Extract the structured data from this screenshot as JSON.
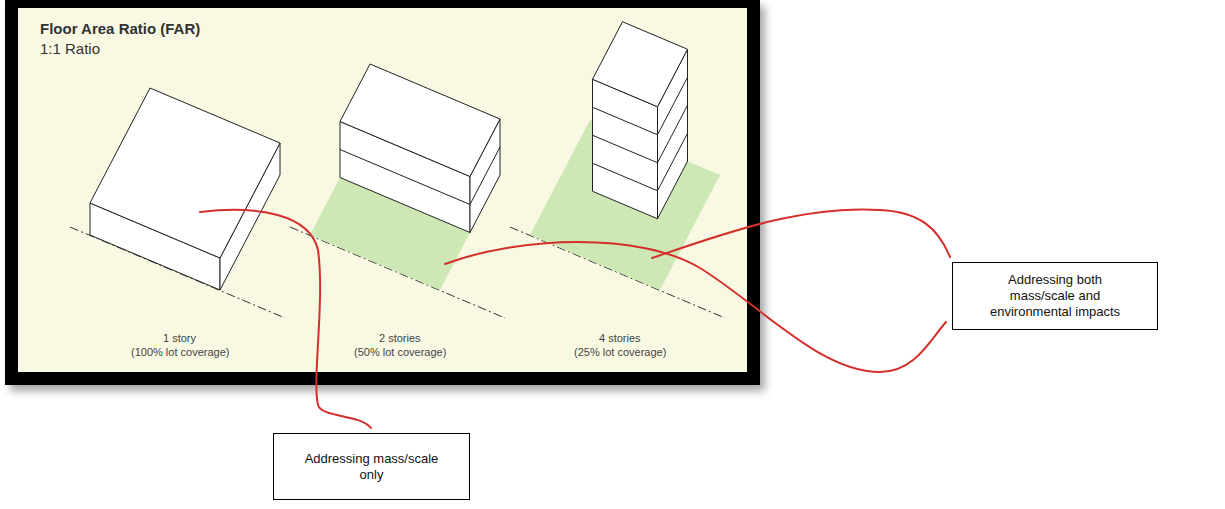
{
  "diagram": {
    "title": "Floor Area Ratio (FAR)",
    "nodes": [
      {
        "text": [
          "Addressing both mass/scale and environmental impacts"
        ]
      },
      {
        "text": [
          "Addressing mass/scale only"
        ]
      }
    ],
    "labels": [
      "1:1 Ratio",
      "1 story",
      "(100% lot coverage)",
      "2 stories",
      "(50% lot coverage)",
      "4 stories",
      "(25% lot coverage)"
    ]
  }
}
